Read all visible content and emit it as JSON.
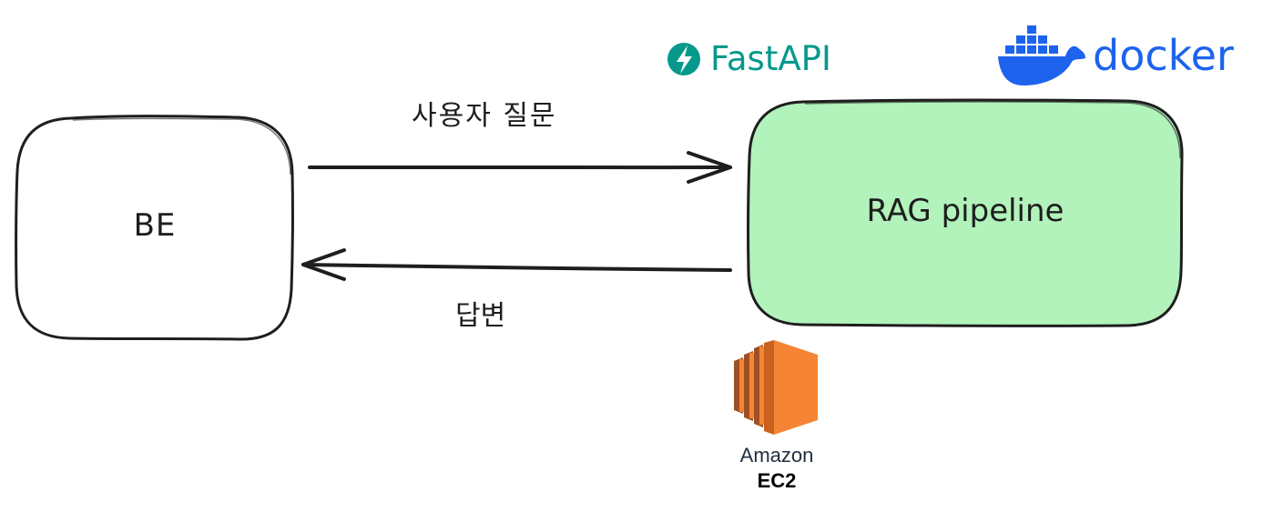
{
  "nodes": {
    "backend": {
      "label": "BE"
    },
    "rag": {
      "label": "RAG pipeline",
      "fill_color": "#b2f2bb"
    }
  },
  "edges": {
    "question": {
      "label": "사용자 질문"
    },
    "answer": {
      "label": "답변"
    }
  },
  "logos": {
    "fastapi": {
      "text": "FastAPI",
      "color": "#05998b",
      "icon": "fastapi-bolt-icon"
    },
    "docker": {
      "text": "docker",
      "color": "#1d63ed",
      "icon": "docker-whale-icon"
    },
    "ec2": {
      "line1": "Amazon",
      "line2": "EC2",
      "color": "#f58534",
      "icon": "aws-ec2-icon"
    }
  },
  "colors": {
    "stroke": "#1e1e1e",
    "background": "#ffffff"
  }
}
